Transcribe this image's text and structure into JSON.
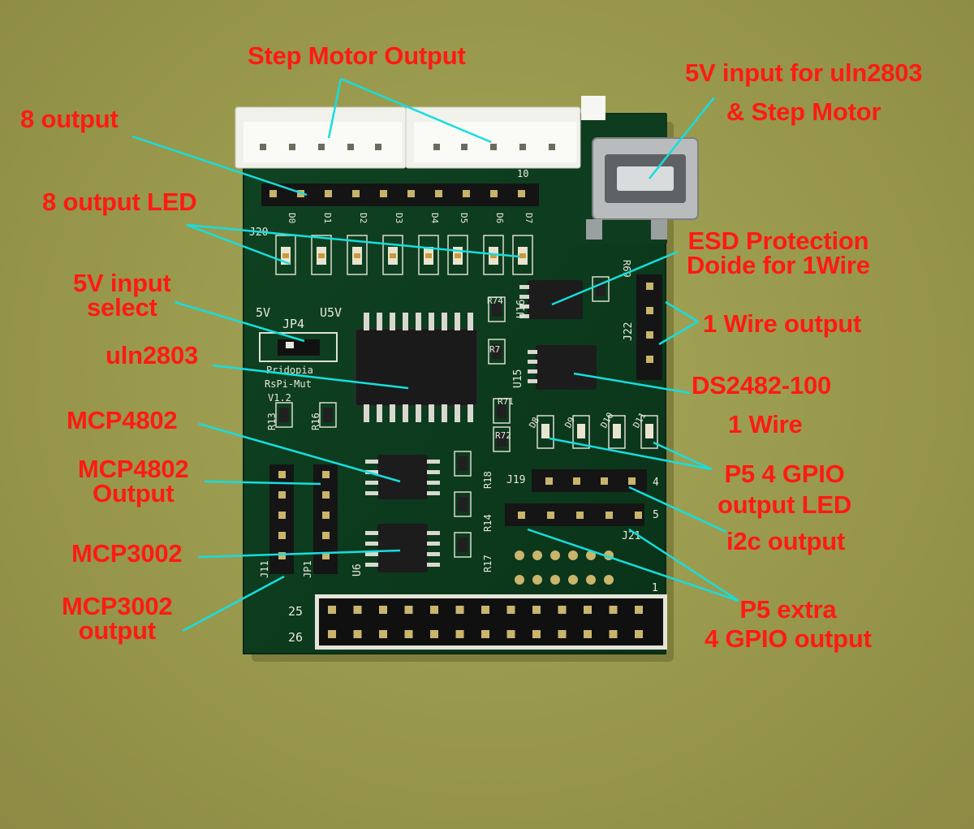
{
  "annotations": {
    "step_motor_output": "Step Motor Output",
    "eight_output": "8 output",
    "eight_output_led": "8 output LED",
    "five_v_input_select": [
      "5V input",
      "select"
    ],
    "uln2803": "uln2803",
    "mcp4802": "MCP4802",
    "mcp4802_output": [
      "MCP4802",
      "Output"
    ],
    "mcp3002": "MCP3002",
    "mcp3002_output": [
      "MCP3002",
      "output"
    ],
    "five_v_input_uln": [
      "5V input for uln2803",
      "& Step Motor"
    ],
    "esd_protection": [
      "ESD Protection",
      "Doide for 1Wire"
    ],
    "one_wire_output": "1 Wire output",
    "ds2482": "DS2482-100",
    "one_wire": "1 Wire",
    "p5_gpio_led": [
      "P5 4 GPIO",
      "output LED"
    ],
    "i2c_output": "i2c output",
    "p5_extra_gpio": [
      "P5  extra",
      "4 GPIO output"
    ]
  },
  "silkscreen": {
    "j20": "J20",
    "five_v": "5V",
    "jp4": "JP4",
    "u5v": "U5V",
    "brand": "Pridopia",
    "model": "RsPi-Mut",
    "version": "V1.2",
    "r13": "R13",
    "r16": "R16",
    "r74": "R74",
    "r7": "R7",
    "r71": "R71",
    "r72": "R72",
    "r69": "R69",
    "r18": "R18",
    "r14": "R14",
    "r17": "R17",
    "u16": "U16",
    "u15": "U15",
    "u6": "U6",
    "j22": "J22",
    "j19": "J19",
    "j21": "J21",
    "j11": "J11",
    "jp1": "JP1",
    "pin_25": "25",
    "pin_26": "26",
    "pin_1": "1",
    "pin_4": "4",
    "pin_5": "5",
    "ten": "10",
    "leds_top": [
      "D0",
      "D1",
      "D2",
      "D3",
      "D4",
      "D5",
      "D6",
      "D7"
    ],
    "leds_gpio": [
      "D8",
      "D9",
      "D10",
      "D11"
    ]
  },
  "colors": {
    "label_red": "#ff1a12",
    "pointer_cyan": "#16dede",
    "pcb_green": "#0e3d1f",
    "background_khaki": "#9b9b4f"
  }
}
